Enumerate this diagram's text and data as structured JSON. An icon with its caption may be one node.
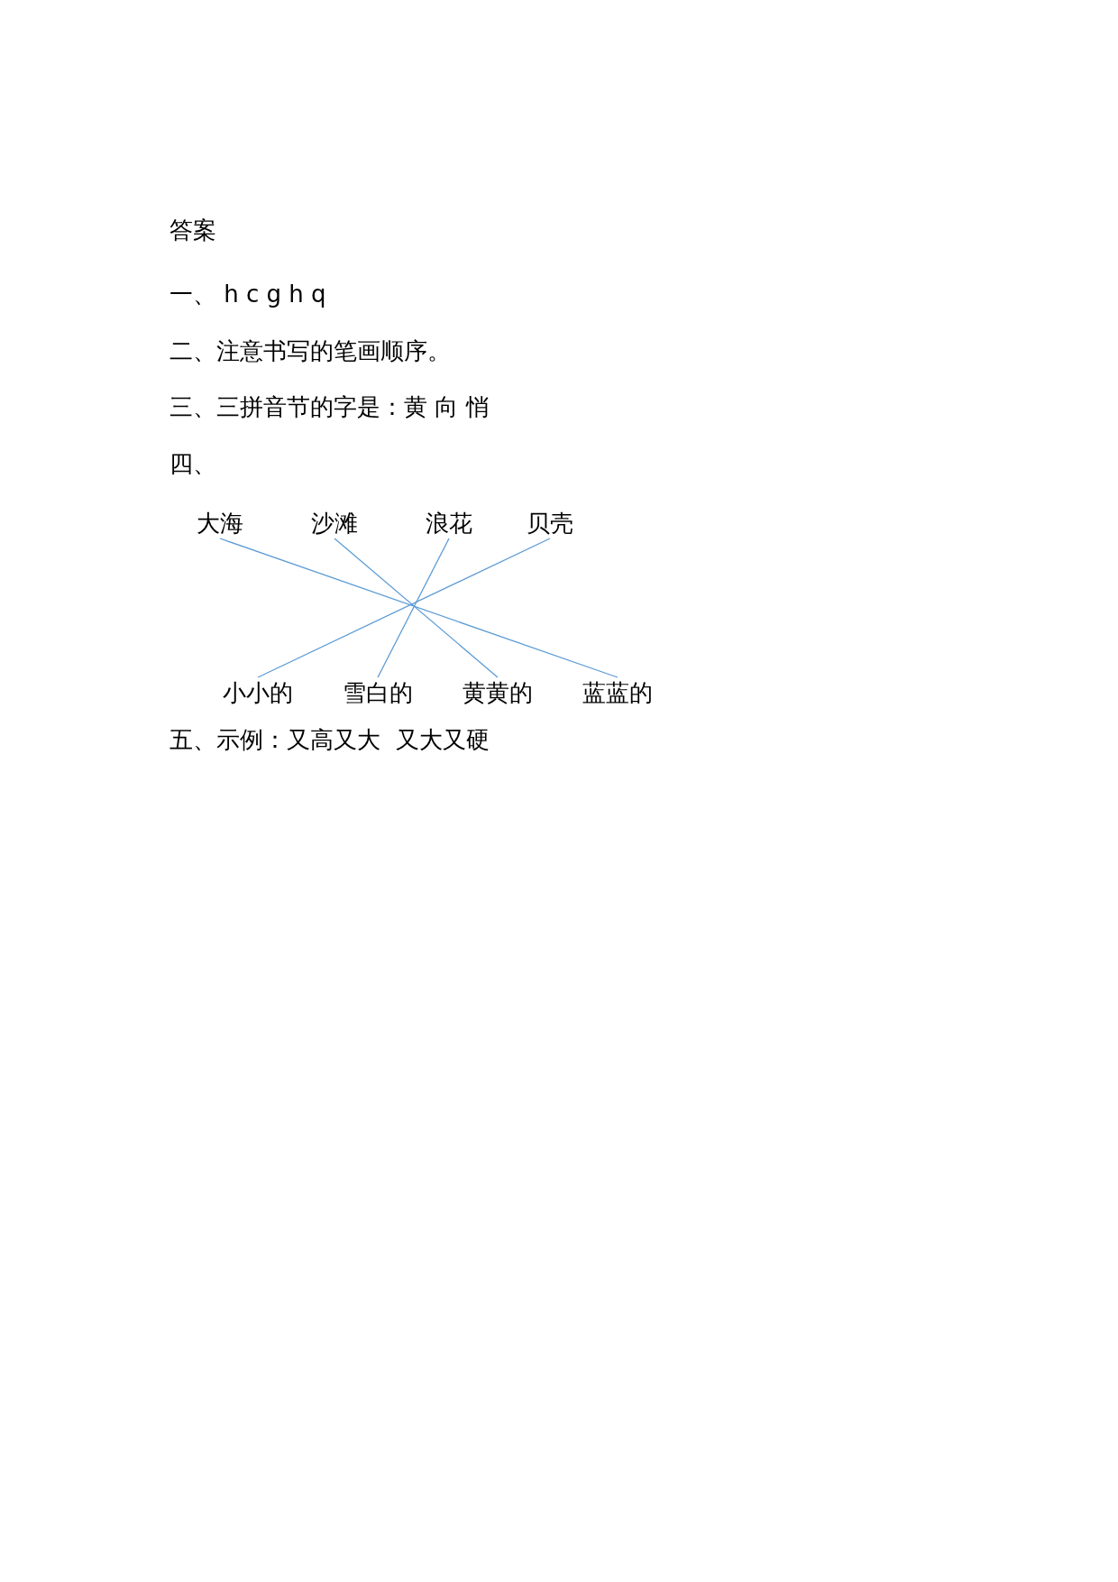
{
  "diagram": {
    "title": "答案",
    "nodes": [
      {
        "text": [
          "大海"
        ]
      },
      {
        "text": [
          "沙滩"
        ]
      },
      {
        "text": [
          "浪花"
        ]
      },
      {
        "text": [
          "贝壳"
        ]
      },
      {
        "text": [
          "小小的"
        ]
      },
      {
        "text": [
          "雪白的"
        ]
      },
      {
        "text": [
          "黄黄的"
        ]
      },
      {
        "text": [
          "蓝蓝的"
        ]
      }
    ],
    "edges": [
      {
        "from": 0,
        "to": 7,
        "arrow": "none"
      },
      {
        "from": 1,
        "to": 6,
        "arrow": "none"
      },
      {
        "from": 2,
        "to": 5,
        "arrow": "none"
      },
      {
        "from": 3,
        "to": 4,
        "arrow": "none"
      }
    ],
    "labels": [
      "一、 h c g h q",
      "二、注意书写的笔画顺序。",
      "三、三拼音节的字是：黄 向 悄",
      "四、",
      "五、示例：又高又大  又大又硬"
    ]
  }
}
